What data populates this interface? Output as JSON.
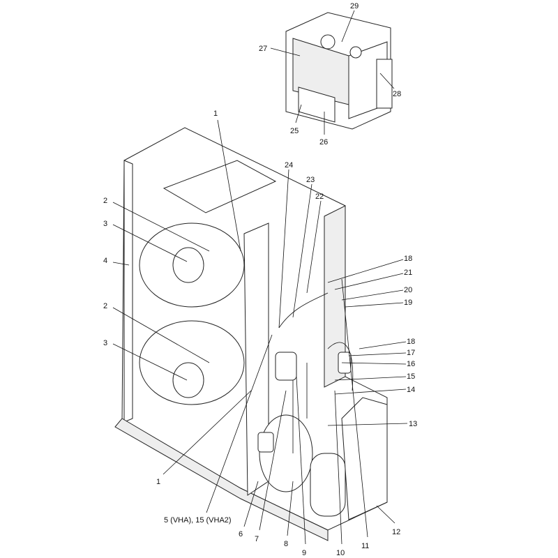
{
  "diagram": {
    "title": "",
    "callouts": [
      {
        "id": "c1a",
        "text": "1"
      },
      {
        "id": "c2a",
        "text": "2"
      },
      {
        "id": "c3a",
        "text": "3"
      },
      {
        "id": "c4",
        "text": "4"
      },
      {
        "id": "c2b",
        "text": "2"
      },
      {
        "id": "c3b",
        "text": "3"
      },
      {
        "id": "c1b",
        "text": "1"
      },
      {
        "id": "c5",
        "text": "5 (VHA), 15 (VHA2)"
      },
      {
        "id": "c6",
        "text": "6"
      },
      {
        "id": "c7",
        "text": "7"
      },
      {
        "id": "c8",
        "text": "8"
      },
      {
        "id": "c9",
        "text": "9"
      },
      {
        "id": "c10",
        "text": "10"
      },
      {
        "id": "c11",
        "text": "11"
      },
      {
        "id": "c12",
        "text": "12"
      },
      {
        "id": "c13",
        "text": "13"
      },
      {
        "id": "c14",
        "text": "14"
      },
      {
        "id": "c15",
        "text": "15"
      },
      {
        "id": "c16",
        "text": "16"
      },
      {
        "id": "c17",
        "text": "17"
      },
      {
        "id": "c18a",
        "text": "18"
      },
      {
        "id": "c19",
        "text": "19"
      },
      {
        "id": "c20",
        "text": "20"
      },
      {
        "id": "c21",
        "text": "21"
      },
      {
        "id": "c18b",
        "text": "18"
      },
      {
        "id": "c22",
        "text": "22"
      },
      {
        "id": "c23",
        "text": "23"
      },
      {
        "id": "c24",
        "text": "24"
      },
      {
        "id": "c25",
        "text": "25"
      },
      {
        "id": "c26",
        "text": "26"
      },
      {
        "id": "c27",
        "text": "27"
      },
      {
        "id": "c28",
        "text": "28"
      },
      {
        "id": "c29",
        "text": "29"
      }
    ]
  }
}
